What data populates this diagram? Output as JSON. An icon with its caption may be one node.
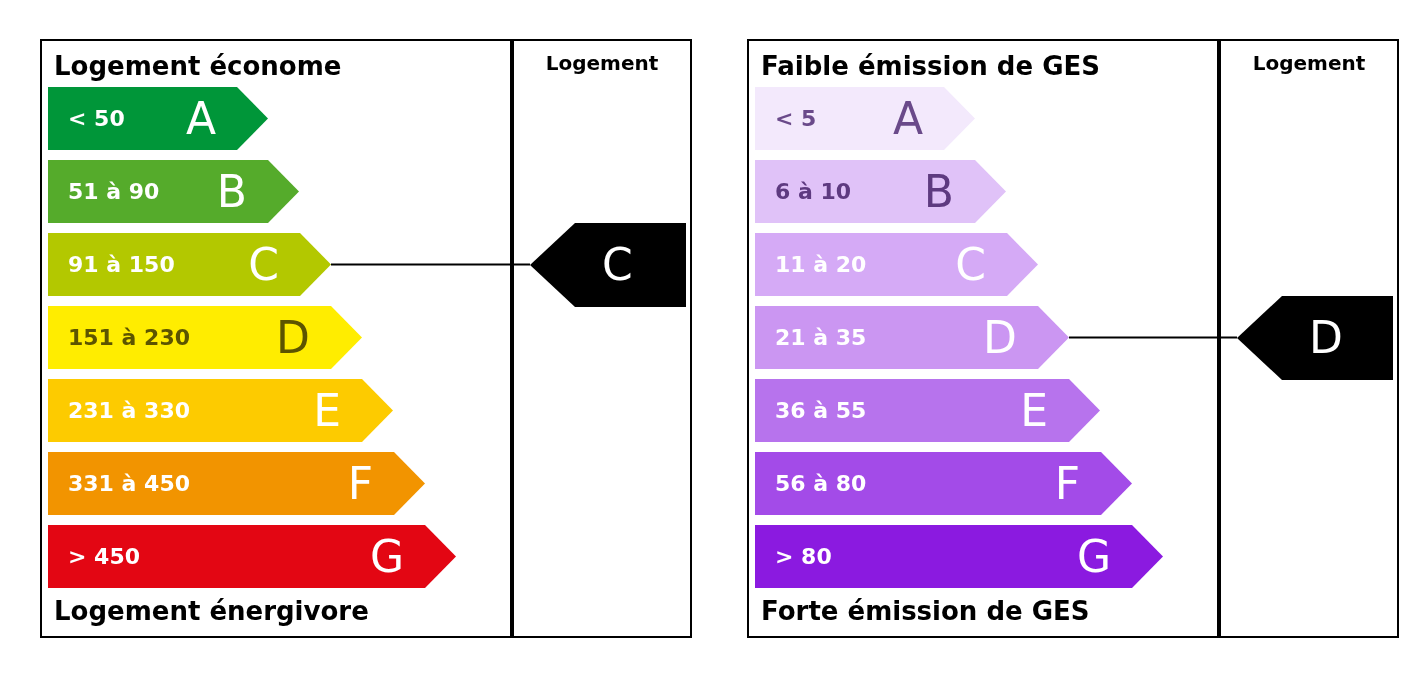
{
  "diagram": {
    "nodes": [
      {
        "text": [
          "Logement économe",
          "Logement énergivore"
        ]
      },
      {
        "text": [
          "Logement"
        ]
      },
      {
        "text": [
          "< 50",
          "A"
        ],
        "in": 0
      },
      {
        "text": [
          "51 à 90",
          "B"
        ],
        "in": 0
      },
      {
        "text": [
          "91 à 150",
          "C"
        ],
        "in": 0
      },
      {
        "text": [
          "151 à 230",
          "D"
        ],
        "in": 0
      },
      {
        "text": [
          "231 à 330",
          "E"
        ],
        "in": 0
      },
      {
        "text": [
          "331 à 450",
          "F"
        ],
        "in": 0
      },
      {
        "text": [
          "> 450",
          "G"
        ],
        "in": 0
      },
      {
        "text": [
          "C"
        ],
        "in": 1
      },
      {
        "text": [
          "Faible émission de GES",
          "Forte émission de GES"
        ]
      },
      {
        "text": [
          "Logement"
        ]
      },
      {
        "text": [
          "< 5",
          "A"
        ],
        "in": 10
      },
      {
        "text": [
          "6 à 10",
          "B"
        ],
        "in": 10
      },
      {
        "text": [
          "11 à 20",
          "C"
        ],
        "in": 10
      },
      {
        "text": [
          "21 à 35",
          "D"
        ],
        "in": 10
      },
      {
        "text": [
          "36 à 55",
          "E"
        ],
        "in": 10
      },
      {
        "text": [
          "56 à 80",
          "F"
        ],
        "in": 10
      },
      {
        "text": [
          "> 80",
          "G"
        ],
        "in": 10
      },
      {
        "text": [
          "D"
        ],
        "in": 11
      }
    ],
    "edges": [
      {
        "from": 4,
        "to": 9,
        "arrow": "none"
      },
      {
        "from": 15,
        "to": 19,
        "arrow": "none"
      }
    ]
  }
}
